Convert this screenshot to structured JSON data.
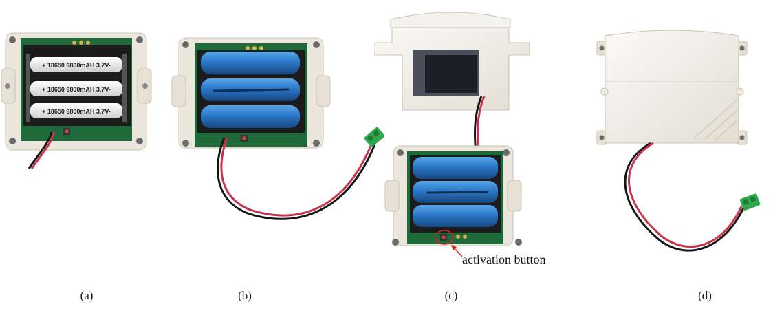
{
  "panels": [
    {
      "id": "a",
      "caption": "(a)",
      "battery_label": "+ 18650 9800mAH 3.7V-"
    },
    {
      "id": "b",
      "caption": "(b)"
    },
    {
      "id": "c",
      "caption": "(c)",
      "annotation": "activation button"
    },
    {
      "id": "d",
      "caption": "(d)"
    }
  ],
  "colors": {
    "housing": "#ece8dd",
    "housing_shadow": "#cfc9b8",
    "pcb": "#1f6a3a",
    "battery": "#2a78c8",
    "battery_dark": "#1a4f8e",
    "holder": "#1c1c1c",
    "wire_red": "#c8324a",
    "wire_black": "#161616",
    "connector": "#2fa84a",
    "annotation_red": "#e02020"
  }
}
